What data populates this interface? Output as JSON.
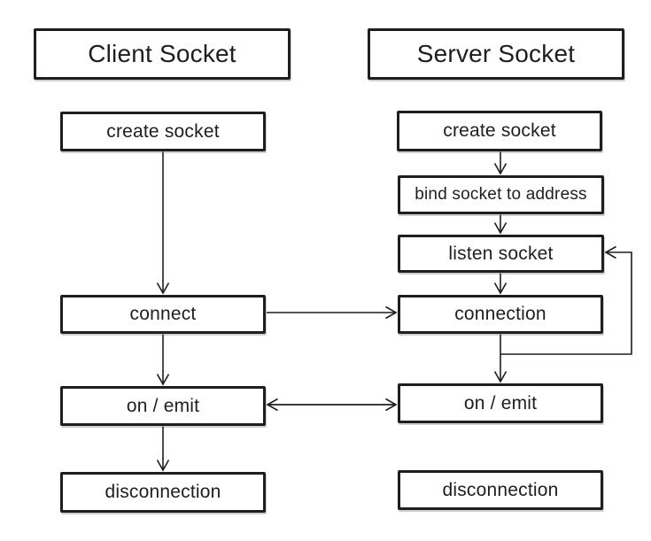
{
  "diagram": {
    "type": "flowchart",
    "background_color": "#ffffff",
    "stroke_color": "#1e1e1e",
    "nodes": {
      "client_header": {
        "label": "Client Socket"
      },
      "client_create": {
        "label": "create socket"
      },
      "client_connect": {
        "label": "connect"
      },
      "client_on_emit": {
        "label": "on / emit"
      },
      "client_disconnect": {
        "label": "disconnection"
      },
      "server_header": {
        "label": "Server Socket"
      },
      "server_create": {
        "label": "create socket"
      },
      "server_bind": {
        "label": "bind socket to address"
      },
      "server_listen": {
        "label": "listen socket"
      },
      "server_connection": {
        "label": "connection"
      },
      "server_on_emit": {
        "label": "on / emit"
      },
      "server_disconnect": {
        "label": "disconnection"
      }
    },
    "edges": [
      {
        "from": "client_create",
        "to": "client_connect",
        "style": "arrow"
      },
      {
        "from": "client_connect",
        "to": "client_on_emit",
        "style": "arrow"
      },
      {
        "from": "client_on_emit",
        "to": "client_disconnect",
        "style": "arrow"
      },
      {
        "from": "server_create",
        "to": "server_bind",
        "style": "arrow"
      },
      {
        "from": "server_bind",
        "to": "server_listen",
        "style": "arrow"
      },
      {
        "from": "server_listen",
        "to": "server_connection",
        "style": "arrow"
      },
      {
        "from": "server_connection",
        "to": "server_on_emit",
        "style": "arrow"
      },
      {
        "from": "server_connection",
        "to": "server_listen",
        "style": "loop-arrow-right"
      },
      {
        "from": "client_connect",
        "to": "server_connection",
        "style": "arrow"
      },
      {
        "from": "client_on_emit",
        "to": "server_on_emit",
        "style": "double-arrow"
      }
    ]
  }
}
